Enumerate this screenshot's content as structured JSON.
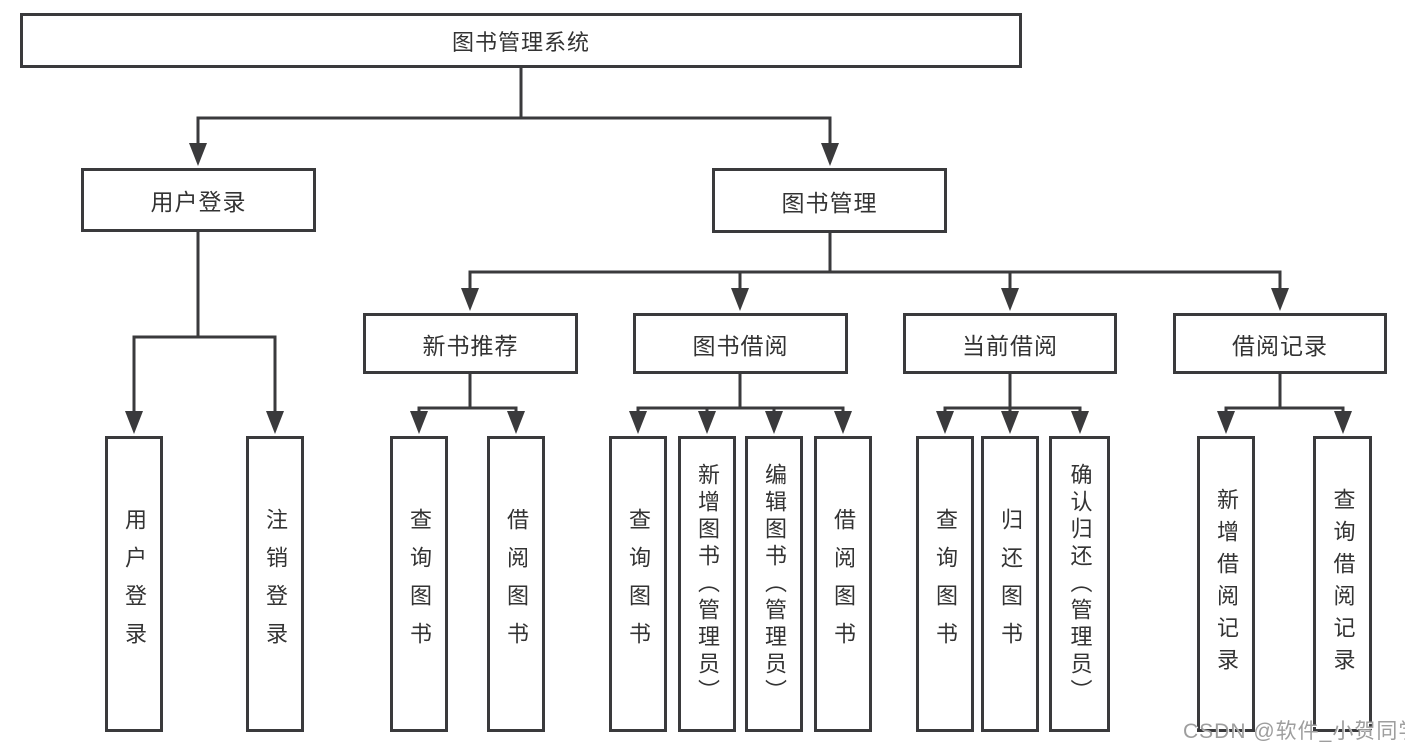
{
  "diagram": {
    "root": {
      "label": "图书管理系统"
    },
    "user_login": {
      "label": "用户登录",
      "leaves": [
        {
          "label": "用户登录"
        },
        {
          "label": "注销登录"
        }
      ]
    },
    "book_mgmt": {
      "label": "图书管理",
      "groups": [
        {
          "label": "新书推荐",
          "leaves": [
            {
              "label": "查询图书"
            },
            {
              "label": "借阅图书"
            }
          ]
        },
        {
          "label": "图书借阅",
          "leaves": [
            {
              "label": "查询图书"
            },
            {
              "label": "新增图书（管理员）"
            },
            {
              "label": "编辑图书（管理员）"
            },
            {
              "label": "借阅图书"
            }
          ]
        },
        {
          "label": "当前借阅",
          "leaves": [
            {
              "label": "查询图书"
            },
            {
              "label": "归还图书"
            },
            {
              "label": "确认归还（管理员）"
            }
          ]
        },
        {
          "label": "借阅记录",
          "leaves": [
            {
              "label": "新增借阅记录"
            },
            {
              "label": "查询借阅记录"
            }
          ]
        }
      ]
    },
    "watermark": "CSDN @软件_小贺同学"
  },
  "colors": {
    "line": "#3a3a3c",
    "box_border": "#3a3a3c",
    "text": "#333333",
    "watermark": "#9e9e9e",
    "background": "#ffffff"
  }
}
